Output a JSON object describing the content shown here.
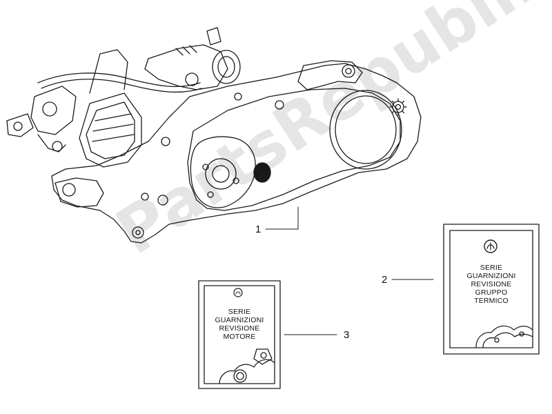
{
  "watermark": "PartsRepublik",
  "callouts": [
    {
      "number": "1"
    },
    {
      "number": "2"
    },
    {
      "number": "3"
    }
  ],
  "kit_engine": {
    "lines": [
      "SERIE",
      "GUARNIZIONI",
      "REVISIONE",
      "MOTORE"
    ]
  },
  "kit_thermal": {
    "lines": [
      "SERIE",
      "GUARNIZIONI",
      "REVISIONE",
      "GRUPPO",
      "TERMICO"
    ]
  },
  "icons": [
    "piaggio-logo-icon",
    "gear-icon"
  ]
}
